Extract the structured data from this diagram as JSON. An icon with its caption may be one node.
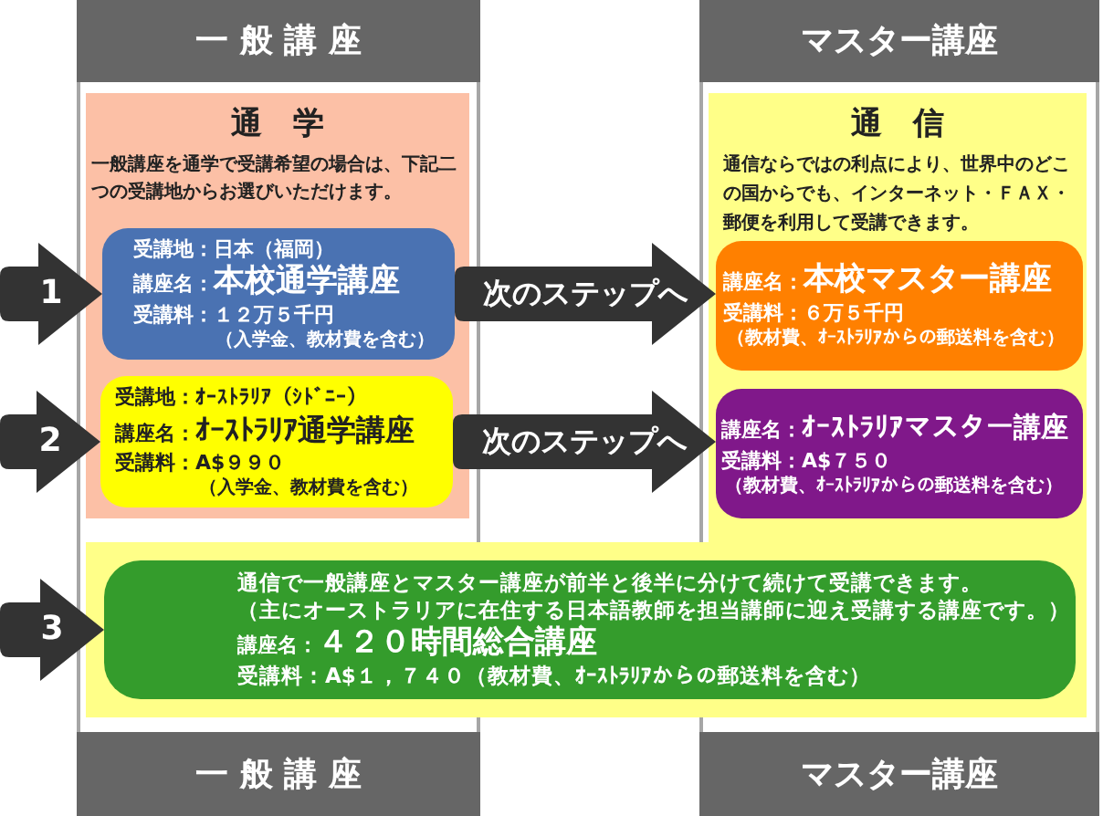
{
  "diagram": {
    "nodes": [
      {
        "text": [
          "一 般 講 座",
          "一 般 講 座"
        ]
      },
      {
        "text": [
          "通　学",
          "一般講座を通学で受講希望の場合は、下記二つの受講地からお選びいただけます。"
        ],
        "in": 0
      },
      {
        "text": [
          "受講地：日本（福岡）",
          "講座名：",
          "本校通学講座",
          "受講料：１２万５千円",
          "（入学金、教材費を含む）"
        ],
        "in": 1
      },
      {
        "text": [
          "受講地：ｵｰｽﾄﾗﾘｱ（ｼﾄﾞﾆｰ）",
          "講座名：",
          "ｵｰｽﾄﾗﾘｱ通学講座",
          "受講料：A$９９０",
          "（入学金、教材費を含む）"
        ],
        "in": 1
      },
      {
        "text": [
          "マスター講座",
          "マスター講座"
        ]
      },
      {
        "text": [
          "通　信",
          "通信ならではの利点により、世界中のどこの国からでも、インターネット・ＦＡＸ・郵便を利用して受講できます。"
        ],
        "in": 4
      },
      {
        "text": [
          "講座名：",
          "本校マスター講座",
          "受講料：６万５千円",
          "（教材費、ｵｰｽﾄﾗﾘｱからの郵送料を含む）"
        ],
        "in": 5
      },
      {
        "text": [
          "講座名：",
          "ｵｰｽﾄﾗﾘｱマスター講座",
          "受講料：A$７５０",
          "（教材費、ｵｰｽﾄﾗﾘｱからの郵送料を含む）"
        ],
        "in": 5
      },
      {
        "text": [],
        "shape": "box"
      },
      {
        "text": [
          "通信で一般講座とマスター講座が前半と後半に分けて続けて受講できます。",
          "（主にオーストラリアに在住する日本語教師を担当講師に迎え受講する講座です。）",
          "講座名：",
          "４２０時間総合講座",
          "受講料：A$１，７４０（教材費、ｵｰｽﾄﾗﾘｱからの郵送料を含む）"
        ],
        "in": 8
      }
    ],
    "edges": [
      {
        "from": null,
        "to": 2,
        "arrow": "to",
        "label": "1"
      },
      {
        "from": 2,
        "to": 6,
        "arrow": "to",
        "label": "次のステップへ"
      },
      {
        "from": null,
        "to": 3,
        "arrow": "to",
        "label": "2"
      },
      {
        "from": 3,
        "to": 7,
        "arrow": "to",
        "label": "次のステップへ"
      },
      {
        "from": null,
        "to": 9,
        "arrow": "to",
        "label": "3"
      }
    ]
  }
}
